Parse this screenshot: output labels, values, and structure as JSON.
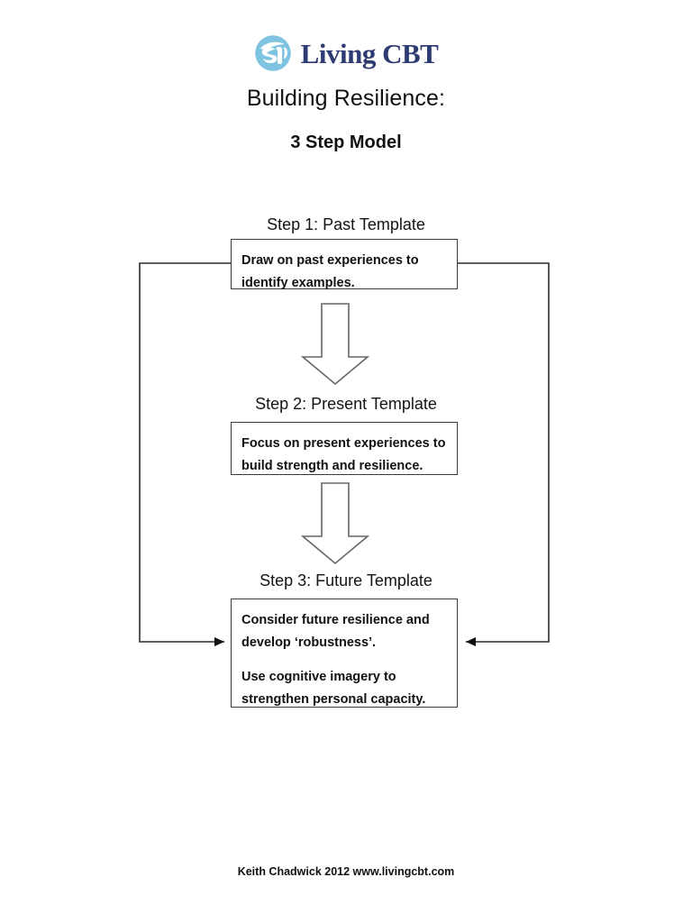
{
  "brand": {
    "logo_icon": "living-cbt-circle-logo",
    "name": "Living CBT",
    "logo_circle_color": "#7ec3e0",
    "logo_mark_color": "#ffffff",
    "text_color": "#2e3a72"
  },
  "header": {
    "title": "Building Resilience:",
    "subtitle": "3 Step Model"
  },
  "diagram": {
    "type": "flowchart",
    "line_color": "#3b3b3b",
    "steps": [
      {
        "caption": "Step 1: Past Template",
        "lines": [
          "Draw on past experiences to identify examples."
        ]
      },
      {
        "caption": "Step 2: Present Template",
        "lines": [
          "Focus on present experiences to build strength and resilience."
        ]
      },
      {
        "caption": "Step 3: Future Template",
        "lines": [
          "Consider future resilience and develop ‘robustness’.",
          "Use cognitive imagery to strengthen personal capacity."
        ]
      }
    ],
    "connectors": [
      {
        "name": "down-arrow-step1-to-step2",
        "shape": "block-arrow-down"
      },
      {
        "name": "down-arrow-step2-to-step3",
        "shape": "block-arrow-down"
      },
      {
        "name": "feedback-loop-left",
        "shape": "line-with-arrowhead",
        "from": "step-1-box-left",
        "to": "step-3-box-left"
      },
      {
        "name": "feedback-loop-right",
        "shape": "line-with-arrowhead",
        "from": "step-1-box-right",
        "to": "step-3-box-right"
      }
    ]
  },
  "footer": {
    "credit": "Keith Chadwick 2012 www.livingcbt.com"
  }
}
